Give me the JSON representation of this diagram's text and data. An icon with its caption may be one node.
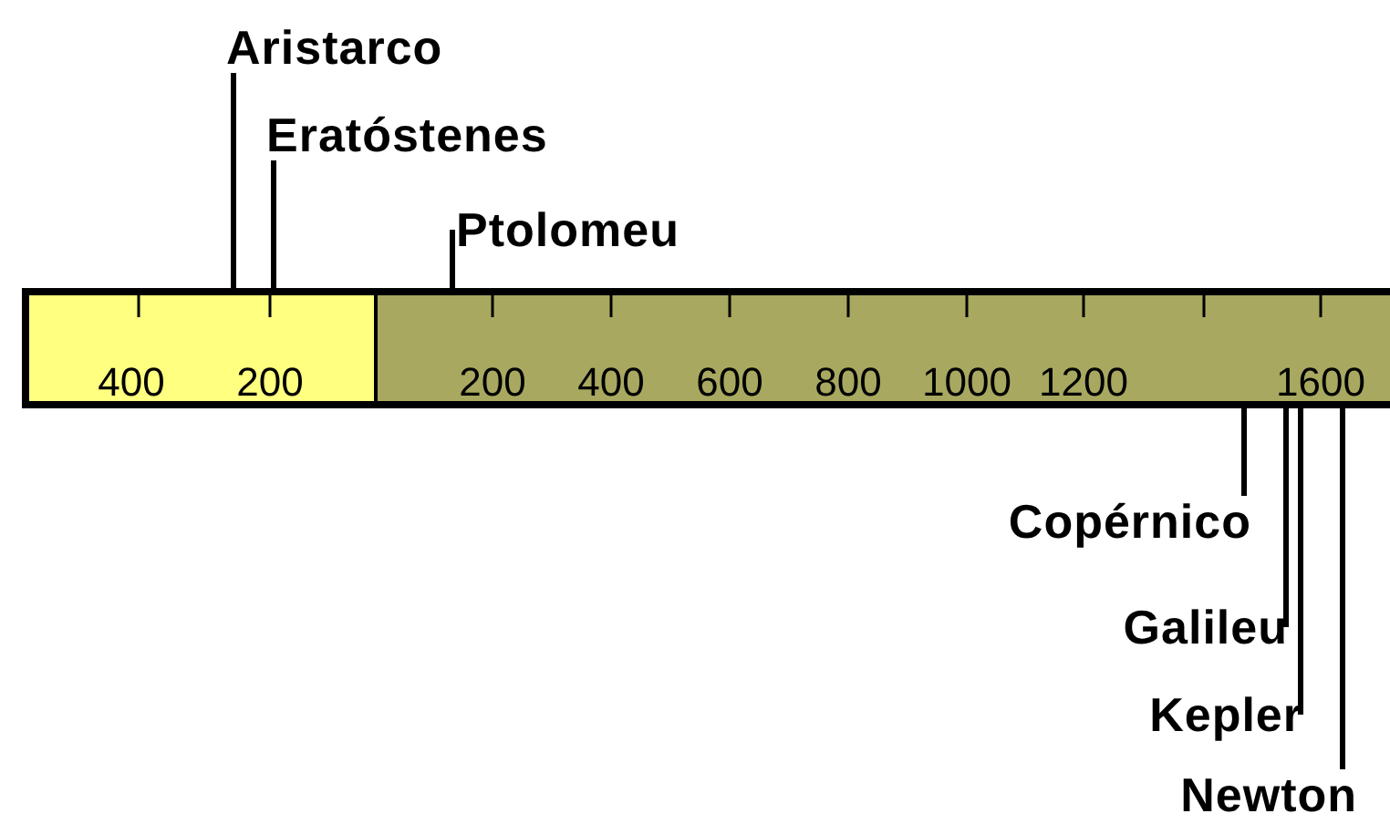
{
  "diagram": {
    "nodes": [
      {
        "text": [
          "Aristarco"
        ]
      },
      {
        "text": [
          "Eratóstenes"
        ]
      },
      {
        "text": [
          "Ptolomeu"
        ]
      },
      {
        "text": [
          "Copérnico"
        ]
      },
      {
        "text": [
          "Galileu"
        ]
      },
      {
        "text": [
          "Kepler"
        ]
      },
      {
        "text": [
          "Newton"
        ]
      },
      {
        "text": [],
        "shape": "bar"
      }
    ],
    "edges": [
      {
        "from": 0,
        "to": 7,
        "arrow": "none"
      },
      {
        "from": 1,
        "to": 7,
        "arrow": "none"
      },
      {
        "from": 2,
        "to": 7,
        "arrow": "none"
      },
      {
        "from": 3,
        "to": 7,
        "arrow": "none"
      },
      {
        "from": 4,
        "to": 7,
        "arrow": "none"
      },
      {
        "from": 5,
        "to": 7,
        "arrow": "none"
      },
      {
        "from": 6,
        "to": 7,
        "arrow": "none"
      }
    ],
    "labels": [
      "400",
      "200",
      "200",
      "400",
      "600",
      "800",
      "1000",
      "1200",
      "1600"
    ]
  }
}
